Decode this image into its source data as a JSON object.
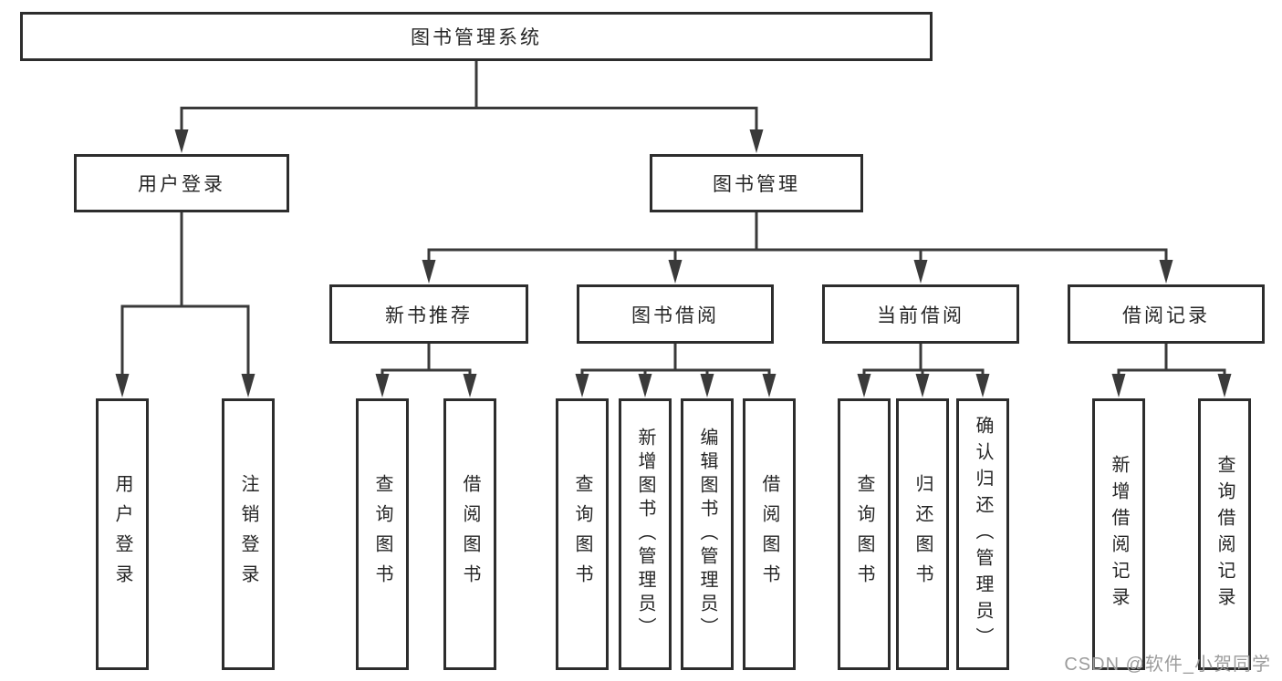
{
  "tree": {
    "root": {
      "label": "图书管理系统"
    },
    "branches": [
      {
        "label": "用户登录",
        "children": [
          {
            "label": "用户登录"
          },
          {
            "label": "注销登录"
          }
        ]
      },
      {
        "label": "图书管理",
        "children": [
          {
            "label": "新书推荐",
            "children": [
              {
                "label": "查询图书"
              },
              {
                "label": "借阅图书"
              }
            ]
          },
          {
            "label": "图书借阅",
            "children": [
              {
                "label": "查询图书"
              },
              {
                "label": "新增图书（管理员）"
              },
              {
                "label": "编辑图书（管理员）"
              },
              {
                "label": "借阅图书"
              }
            ]
          },
          {
            "label": "当前借阅",
            "children": [
              {
                "label": "查询图书"
              },
              {
                "label": "归还图书"
              },
              {
                "label": "确认归还（管理员）"
              }
            ]
          },
          {
            "label": "借阅记录",
            "children": [
              {
                "label": "新增借阅记录"
              },
              {
                "label": "查询借阅记录"
              }
            ]
          }
        ]
      }
    ]
  },
  "watermark": "CSDN @软件_小贺同学",
  "colors": {
    "bg": "#ffffff",
    "line": "#3a3a3a",
    "border": "#2d2d2d",
    "text": "#262626",
    "watermark": "#9c9c9c"
  }
}
